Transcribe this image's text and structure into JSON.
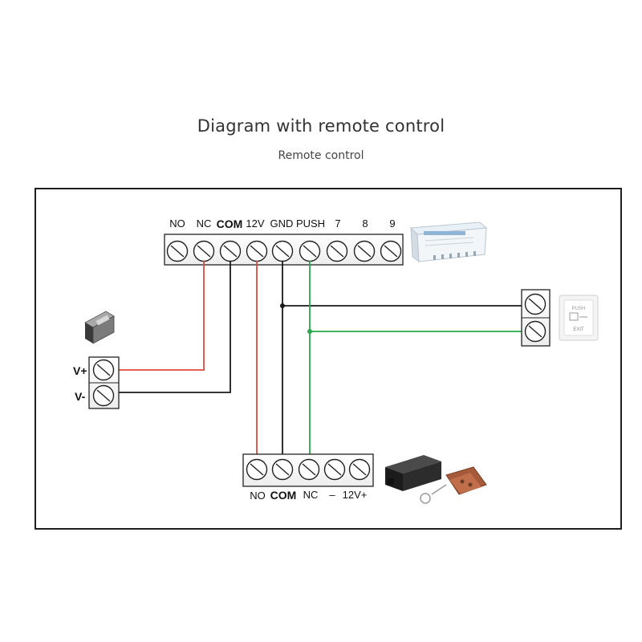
{
  "header": {
    "title": "Diagram with remote control",
    "subtitle": "Remote control"
  },
  "power_supply": {
    "terminal_labels": [
      "NO",
      "NC",
      "COM",
      "12V",
      "GND",
      "PUSH",
      "7",
      "8",
      "9"
    ]
  },
  "lock": {
    "labels": [
      "V+",
      "V-"
    ]
  },
  "receiver": {
    "terminal_labels": [
      "NO",
      "COM",
      "NC",
      "–",
      "12V+"
    ]
  },
  "exit_button": {
    "text_top": "PUSH",
    "text_bottom": "EXIT"
  },
  "colors": {
    "wire_red": "#e04a3a",
    "wire_black": "#1a1a1a",
    "wire_green": "#27a84a"
  }
}
